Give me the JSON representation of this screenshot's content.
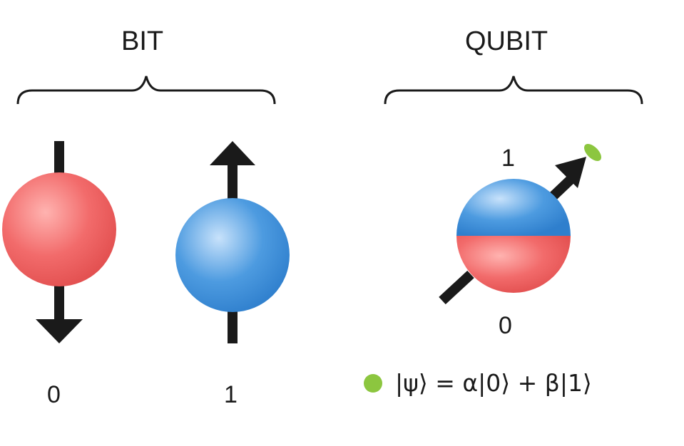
{
  "bit": {
    "title": "BIT",
    "state0": "0",
    "state1": "1"
  },
  "qubit": {
    "title": "QUBIT",
    "top_state": "1",
    "bottom_state": "0"
  },
  "formula": {
    "text": "|ψ⟩ = α|0⟩ + β|1⟩"
  },
  "colors": {
    "red": "#f26b6b",
    "blue": "#3d8fdb",
    "green": "#8cc63f",
    "arrow": "#1a1a1a"
  }
}
